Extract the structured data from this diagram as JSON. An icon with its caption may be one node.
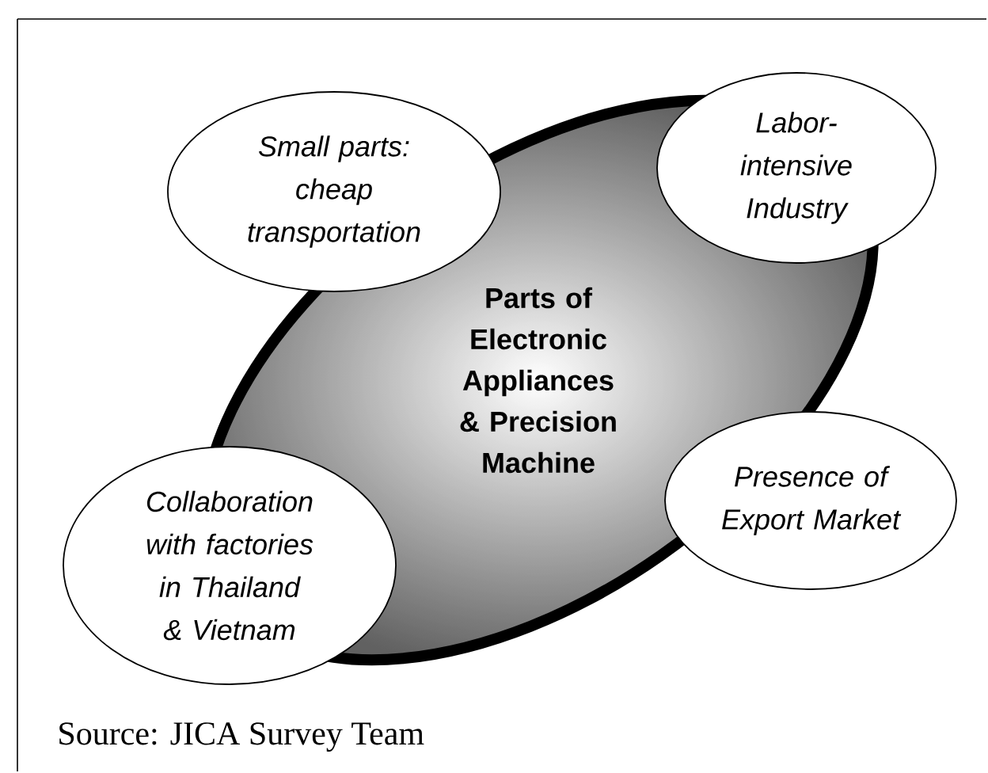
{
  "diagram": {
    "nodes": [
      {
        "text": [
          "Small parts: cheap transportation"
        ]
      },
      {
        "text": [
          "Labor-intensive Industry"
        ]
      },
      {
        "text": [
          "Parts of Electronic Appliances & Precision Machine"
        ]
      },
      {
        "text": [
          "Presence of Export Market"
        ]
      },
      {
        "text": [
          "Collaboration with factories in Thailand & Vietnam"
        ]
      }
    ],
    "labels": [
      "Source: JICA Survey Team"
    ]
  }
}
